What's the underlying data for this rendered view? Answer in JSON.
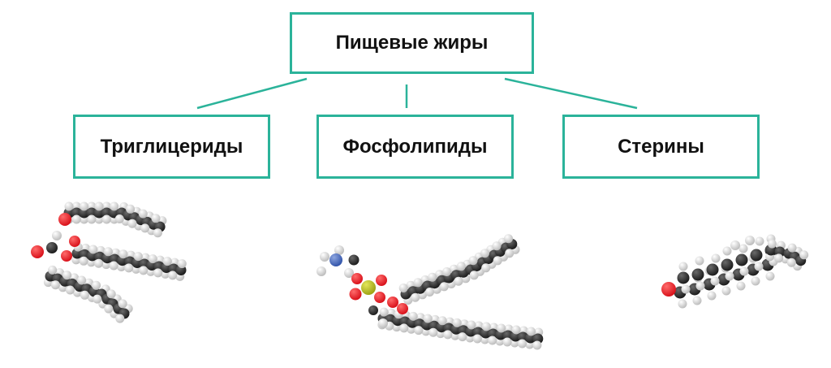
{
  "diagram": {
    "root_label": "Пищевые жиры",
    "children": [
      {
        "label": "Триглицериды"
      },
      {
        "label": "Фосфолипиды"
      },
      {
        "label": "Стерины"
      }
    ]
  },
  "colors": {
    "connector": "#2bb39a",
    "carbon": "#1c1c1c",
    "hydrogen": "#f2f2f2",
    "oxygen": "#d9121b",
    "nitrogen": "#3355aa",
    "phosphorus": "#9ea314"
  },
  "icons": [
    "triglyceride-molecule-icon",
    "phospholipid-molecule-icon",
    "sterol-molecule-icon"
  ]
}
